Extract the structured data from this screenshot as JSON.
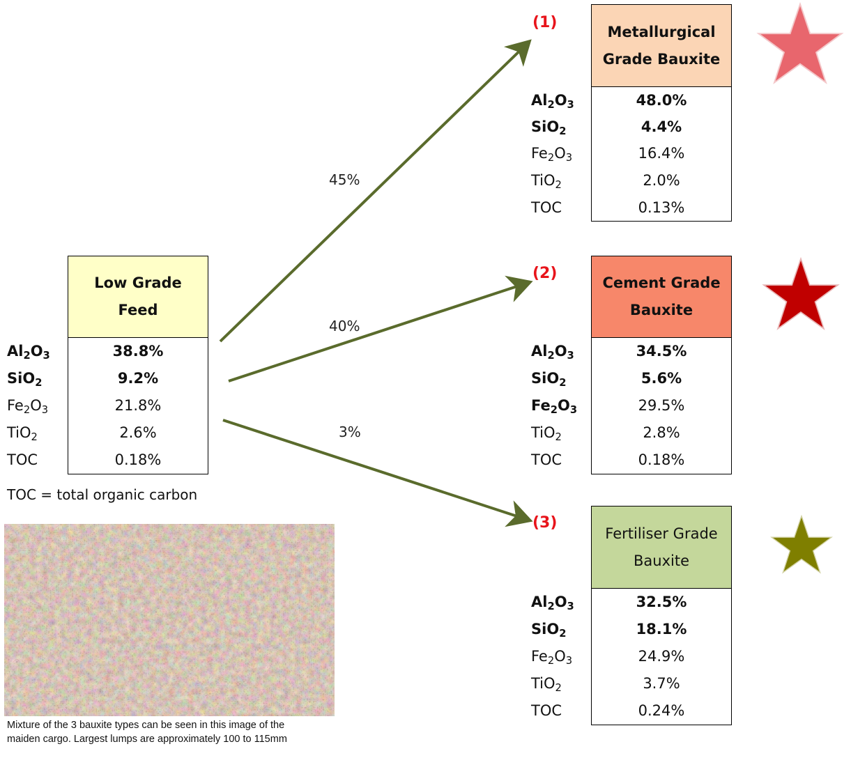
{
  "feed": {
    "title_line1": "Low Grade",
    "title_line2": "Feed",
    "color": "#ffffc8",
    "rows": [
      {
        "label_main": "Al",
        "label_sub1": "2",
        "label_mid": "O",
        "label_sub2": "3",
        "value": "38.8%",
        "bold": true
      },
      {
        "label_main": "SiO",
        "label_sub1": "2",
        "label_mid": "",
        "label_sub2": "",
        "value": "9.2%",
        "bold": true
      },
      {
        "label_main": "Fe",
        "label_sub1": "2",
        "label_mid": "O",
        "label_sub2": "3",
        "value": "21.8%",
        "bold": false
      },
      {
        "label_main": "TiO",
        "label_sub1": "2",
        "label_mid": "",
        "label_sub2": "",
        "value": "2.6%",
        "bold": false
      },
      {
        "label_main": "TOC",
        "label_sub1": "",
        "label_mid": "",
        "label_sub2": "",
        "value": "0.18%",
        "bold": false
      }
    ]
  },
  "toc_note": "TOC = total organic carbon",
  "photo": {
    "caption_line1": "Mixture of the 3 bauxite types can be seen in this image of the",
    "caption_line2": "maiden cargo.  Largest lumps are approximately 100 to 115mm"
  },
  "flows": [
    {
      "percent": "45%"
    },
    {
      "percent": "40%"
    },
    {
      "percent": "3%"
    }
  ],
  "arrow_color": "#5a6b2c",
  "products": [
    {
      "marker": "(1)",
      "title_line1": "Metallurgical",
      "title_line2": "Grade Bauxite",
      "title_bold": true,
      "color": "#fbd5b5",
      "star_color": "#e8666d",
      "rows": [
        {
          "label_main": "Al",
          "label_sub1": "2",
          "label_mid": "O",
          "label_sub2": "3",
          "value": "48.0%",
          "bold": true
        },
        {
          "label_main": "SiO",
          "label_sub1": "2",
          "label_mid": "",
          "label_sub2": "",
          "value": "4.4%",
          "bold": true
        },
        {
          "label_main": "Fe",
          "label_sub1": "2",
          "label_mid": "O",
          "label_sub2": "3",
          "value": "16.4%",
          "bold": false
        },
        {
          "label_main": "TiO",
          "label_sub1": "2",
          "label_mid": "",
          "label_sub2": "",
          "value": "2.0%",
          "bold": false
        },
        {
          "label_main": "TOC",
          "label_sub1": "",
          "label_mid": "",
          "label_sub2": "",
          "value": "0.13%",
          "bold": false
        }
      ]
    },
    {
      "marker": "(2)",
      "title_line1": "Cement Grade",
      "title_line2": "Bauxite",
      "title_bold": true,
      "color": "#f7876a",
      "star_color": "#c00000",
      "rows": [
        {
          "label_main": "Al",
          "label_sub1": "2",
          "label_mid": "O",
          "label_sub2": "3",
          "value": "34.5%",
          "bold": true
        },
        {
          "label_main": "SiO",
          "label_sub1": "2",
          "label_mid": "",
          "label_sub2": "",
          "value": "5.6%",
          "bold": true
        },
        {
          "label_main": "Fe",
          "label_sub1": "2",
          "label_mid": "O",
          "label_sub2": "3",
          "value": "29.5%",
          "bold": false,
          "label_bold": true
        },
        {
          "label_main": "TiO",
          "label_sub1": "2",
          "label_mid": "",
          "label_sub2": "",
          "value": "2.8%",
          "bold": false
        },
        {
          "label_main": "TOC",
          "label_sub1": "",
          "label_mid": "",
          "label_sub2": "",
          "value": "0.18%",
          "bold": false
        }
      ]
    },
    {
      "marker": "(3)",
      "title_line1": "Fertiliser Grade",
      "title_line2": "Bauxite",
      "title_bold": false,
      "color": "#c4d79b",
      "star_color": "#7f7f00",
      "rows": [
        {
          "label_main": "Al",
          "label_sub1": "2",
          "label_mid": "O",
          "label_sub2": "3",
          "value": "32.5%",
          "bold": true
        },
        {
          "label_main": "SiO",
          "label_sub1": "2",
          "label_mid": "",
          "label_sub2": "",
          "value": "18.1%",
          "bold": true
        },
        {
          "label_main": "Fe",
          "label_sub1": "2",
          "label_mid": "O",
          "label_sub2": "3",
          "value": "24.9%",
          "bold": false
        },
        {
          "label_main": "TiO",
          "label_sub1": "2",
          "label_mid": "",
          "label_sub2": "",
          "value": "3.7%",
          "bold": false
        },
        {
          "label_main": "TOC",
          "label_sub1": "",
          "label_mid": "",
          "label_sub2": "",
          "value": "0.24%",
          "bold": false
        }
      ]
    }
  ]
}
